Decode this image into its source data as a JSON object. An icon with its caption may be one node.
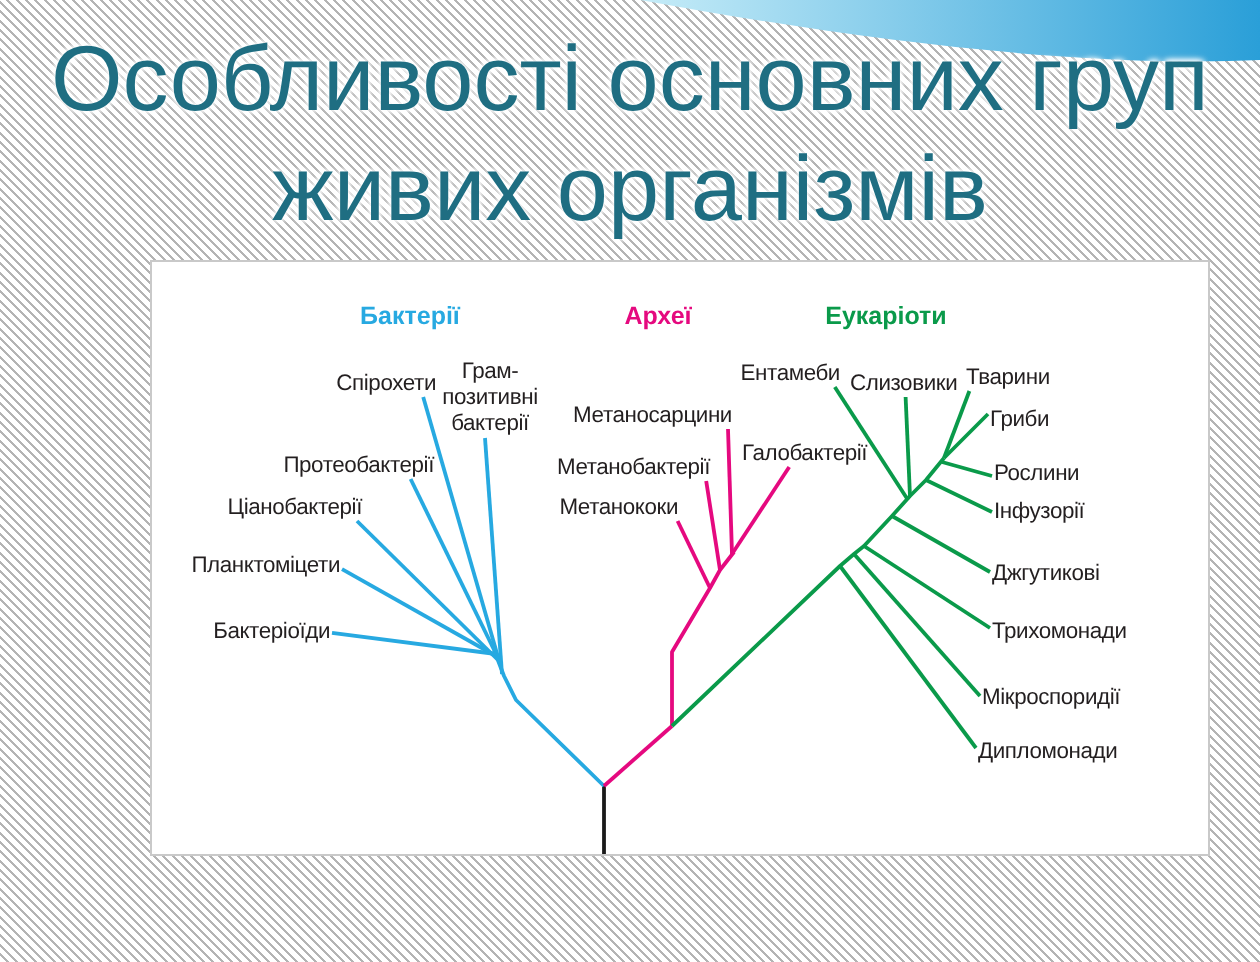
{
  "diagram": {
    "title": "Особливості основних груп живих організмів",
    "nodes": [
      {
        "text": [
          "Спірохети"
        ]
      },
      {
        "text": [
          "Грам-позитивні бактерії"
        ]
      },
      {
        "text": [
          "Протеобактерії"
        ]
      },
      {
        "text": [
          "Ціанобактерії"
        ]
      },
      {
        "text": [
          "Планктоміцети"
        ]
      },
      {
        "text": [
          "Бактеріоїди"
        ]
      },
      {
        "text": [
          "Метаносарцини"
        ]
      },
      {
        "text": [
          "Метанобактерії"
        ]
      },
      {
        "text": [
          "Метанококи"
        ]
      },
      {
        "text": [
          "Галобактерії"
        ]
      },
      {
        "text": [
          "Ентамеби"
        ]
      },
      {
        "text": [
          "Слизовики"
        ]
      },
      {
        "text": [
          "Тварини"
        ]
      },
      {
        "text": [
          "Гриби"
        ]
      },
      {
        "text": [
          "Рослини"
        ]
      },
      {
        "text": [
          "Інфузорії"
        ]
      },
      {
        "text": [
          "Джгутикові"
        ]
      },
      {
        "text": [
          "Трихомонади"
        ]
      },
      {
        "text": [
          "Мікроспоридії"
        ]
      },
      {
        "text": [
          "Дипломонади"
        ]
      }
    ],
    "edges": [
      {
        "from": null,
        "to": 0,
        "arrow": "none",
        "color": "#27a9e1"
      },
      {
        "from": null,
        "to": 1,
        "arrow": "none",
        "color": "#27a9e1"
      },
      {
        "from": null,
        "to": 2,
        "arrow": "none",
        "color": "#27a9e1"
      },
      {
        "from": null,
        "to": 3,
        "arrow": "none",
        "color": "#27a9e1"
      },
      {
        "from": null,
        "to": 4,
        "arrow": "none",
        "color": "#27a9e1"
      },
      {
        "from": null,
        "to": 5,
        "arrow": "none",
        "color": "#27a9e1"
      },
      {
        "from": null,
        "to": 6,
        "arrow": "none",
        "color": "#e5097f"
      },
      {
        "from": null,
        "to": 7,
        "arrow": "none",
        "color": "#e5097f"
      },
      {
        "from": null,
        "to": 8,
        "arrow": "none",
        "color": "#e5097f"
      },
      {
        "from": null,
        "to": 9,
        "arrow": "none",
        "color": "#e5097f"
      },
      {
        "from": null,
        "to": 10,
        "arrow": "none"
      },
      {
        "from": null,
        "to": 11,
        "arrow": "none"
      },
      {
        "from": null,
        "to": 12,
        "arrow": "none"
      },
      {
        "from": null,
        "to": 13,
        "arrow": "none"
      },
      {
        "from": null,
        "to": 14,
        "arrow": "none"
      },
      {
        "from": null,
        "to": 15,
        "arrow": "none"
      },
      {
        "from": null,
        "to": 16,
        "arrow": "none"
      },
      {
        "from": null,
        "to": 17,
        "arrow": "none"
      },
      {
        "from": null,
        "to": 18,
        "arrow": "none"
      },
      {
        "from": null,
        "to": 19,
        "arrow": "none"
      }
    ],
    "labels": [
      "Бактерії",
      "Археї",
      "Еукаріоти"
    ]
  }
}
